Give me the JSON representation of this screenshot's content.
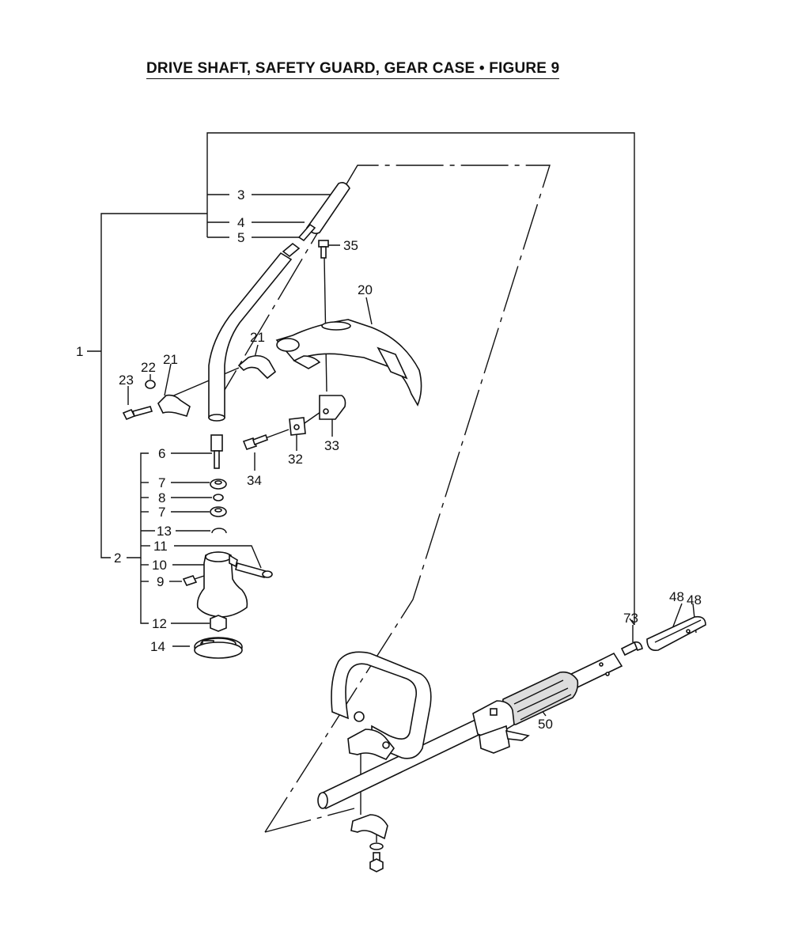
{
  "title": "DRIVE SHAFT, SAFETY GUARD, GEAR CASE  •  FIGURE  9",
  "callouts": {
    "c1": "1",
    "c2": "2",
    "c3": "3",
    "c4": "4",
    "c5": "5",
    "c6": "6",
    "c7a": "7",
    "c7b": "7",
    "c8": "8",
    "c9": "9",
    "c10": "10",
    "c11": "11",
    "c12": "12",
    "c13": "13",
    "c14": "14",
    "c20": "20",
    "c21a": "21",
    "c21b": "21",
    "c22": "22",
    "c23": "23",
    "c32": "32",
    "c33": "33",
    "c34": "34",
    "c35": "35",
    "c48a": "48",
    "c48b": "48",
    "c50": "50",
    "c73": "73"
  }
}
